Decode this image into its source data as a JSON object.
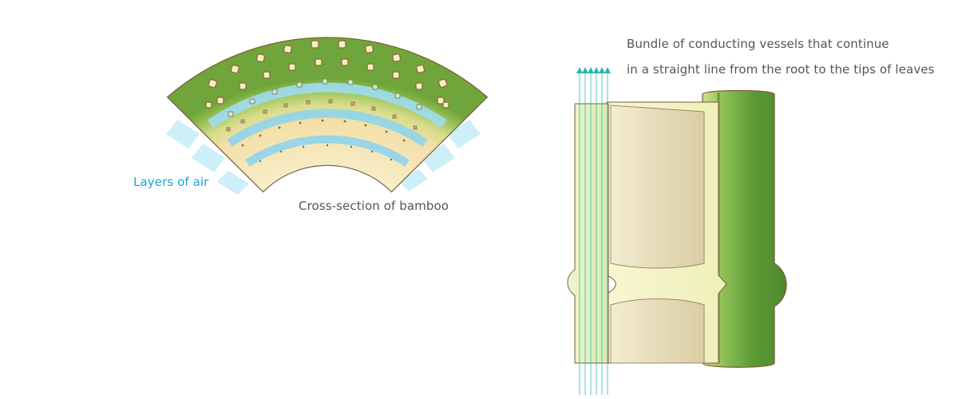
{
  "labels": {
    "layers_of_air": "Layers of air",
    "cross_section": "Cross-section of bamboo",
    "vessel_line_1": "Bundle of conducting vessels that continue",
    "vessel_line_2": "in a straight line from the root to the tips of leaves"
  },
  "colors": {
    "air_label": "#1aa6d8",
    "text": "#555555",
    "bamboo_green": "#5c9a35",
    "bamboo_light_green": "#cfe08a",
    "cream": "#f6efcf",
    "tan": "#e4d6a8",
    "air_blue": "#a6dff0",
    "bark_outline": "#7a5a3a",
    "vessel_teal": "#2bb5b0"
  },
  "icons": {
    "vessel_arrows": "arrow-up-icon"
  }
}
